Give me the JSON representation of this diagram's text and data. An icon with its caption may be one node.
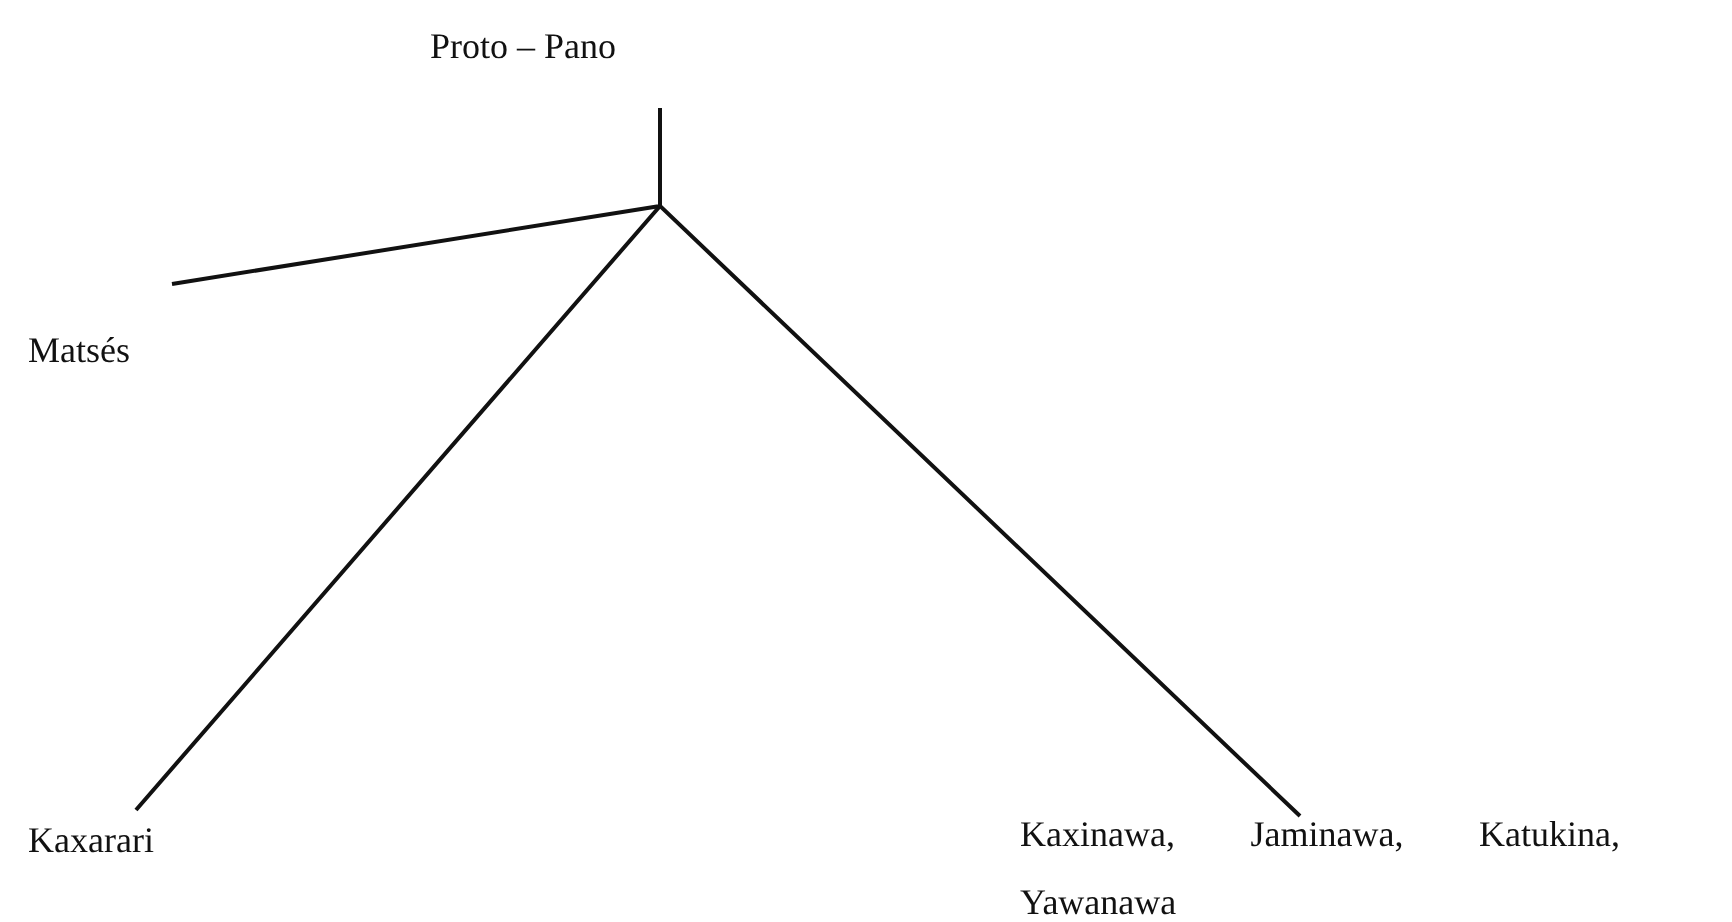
{
  "diagram": {
    "nodes": [
      {
        "text": [
          "Proto – Pano"
        ]
      },
      {
        "text": [
          "Matsés"
        ]
      },
      {
        "text": [
          "Kaxarari"
        ]
      },
      {
        "text": [
          "Kaxinawa, Jaminawa, Katukina, Yawanawa"
        ]
      }
    ],
    "edges": [
      {
        "from": 0,
        "to": 1,
        "arrow": "none"
      },
      {
        "from": 0,
        "to": 2,
        "arrow": "none"
      },
      {
        "from": 0,
        "to": 3,
        "arrow": "none"
      }
    ]
  }
}
